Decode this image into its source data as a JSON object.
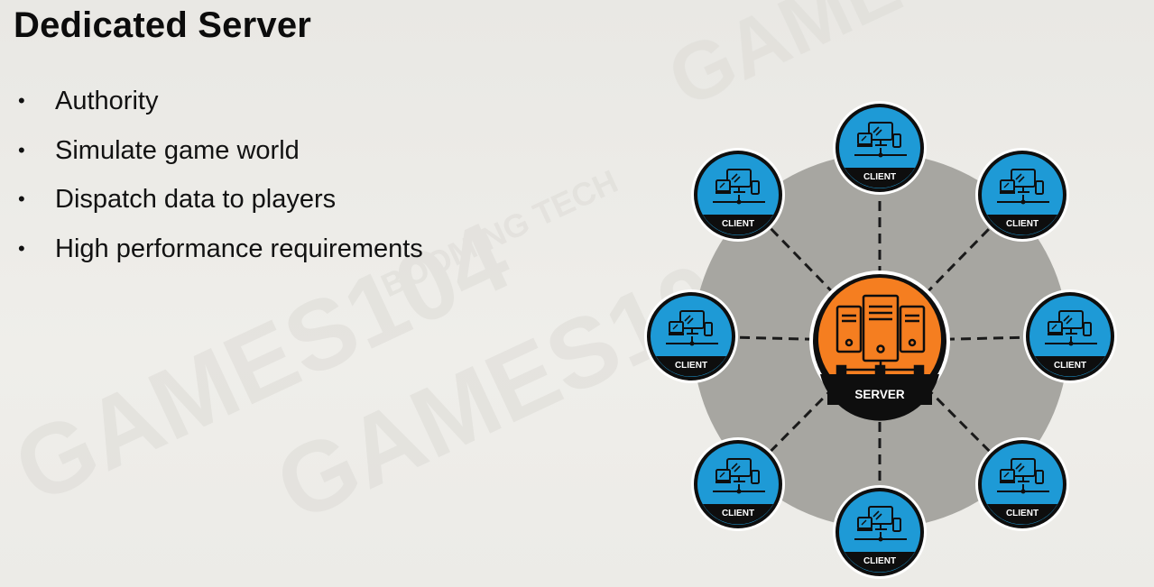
{
  "slide": {
    "title": "Dedicated Server",
    "bullets": [
      "Authority",
      "Simulate game world",
      "Dispatch data to players",
      "High performance requirements"
    ]
  },
  "diagram": {
    "server_label": "SERVER",
    "client_label": "CLIENT",
    "clients": [
      {
        "label": "CLIENT"
      },
      {
        "label": "CLIENT"
      },
      {
        "label": "CLIENT"
      },
      {
        "label": "CLIENT"
      },
      {
        "label": "CLIENT"
      },
      {
        "label": "CLIENT"
      },
      {
        "label": "CLIENT"
      },
      {
        "label": "CLIENT"
      }
    ]
  },
  "watermark": {
    "brand": "GAMES104",
    "sub": "BOOMING TECH"
  },
  "colors": {
    "background": "#ecebe7",
    "halo": "#a7a6a1",
    "client_fill": "#1e9ad6",
    "server_fill": "#f57e20",
    "node_border": "#0e0e0e",
    "connector": "#1a1a1a"
  },
  "icons": {
    "client": "devices-icon",
    "server": "server-rack-icon",
    "bullet": "bullet-dot"
  }
}
